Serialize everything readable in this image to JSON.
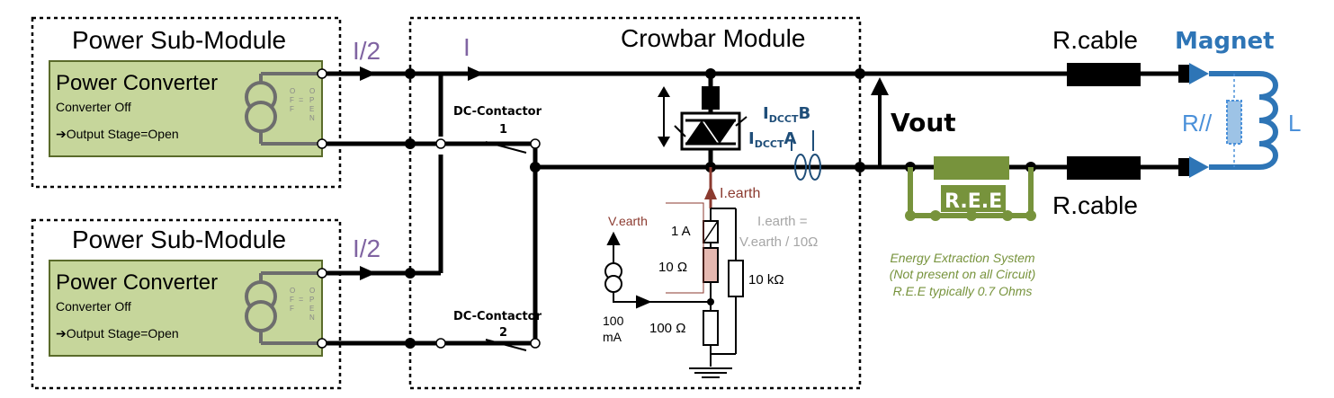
{
  "colors": {
    "wire": "#000000",
    "converter_fill": "#c6d69b",
    "converter_stroke": "#5a6b2a",
    "purple": "#8064a2",
    "blue": "#1f4e79",
    "magnet_blue": "#2e75b6",
    "magnet_light": "#4a90d9",
    "earth_red": "#8b3a2f",
    "resistor_pink": "#e6b8b0",
    "ree_green": "#77933c",
    "ree_text": "#77933c",
    "grey": "#a6a6a6"
  },
  "submodule_top": {
    "title": "Power Sub-Module",
    "converter_title": "Power Converter",
    "converter_status": "Converter Off",
    "output_stage": "➔Output Stage=Open",
    "state_left": "O\nF\nF",
    "state_eq": "=",
    "state_right": "O\nP\nE\nN"
  },
  "submodule_bottom": {
    "title": "Power Sub-Module",
    "converter_title": "Power Converter",
    "converter_status": "Converter Off",
    "output_stage": "➔Output Stage=Open",
    "state_left": "O\nF\nF",
    "state_eq": "=",
    "state_right": "O\nP\nE\nN"
  },
  "labels": {
    "i_half_top": "I/2",
    "i_half_bottom": "I/2",
    "i_main": "I",
    "crowbar": "Crowbar Module",
    "contactor1": "DC-Contactor",
    "contactor1_num": "1",
    "contactor2": "DC-Contactor",
    "contactor2_num": "2",
    "dcct_b": "I",
    "dcct_b_sub": "DCCT",
    "dcct_b_suffix": "B",
    "dcct_a": "I",
    "dcct_a_sub": "DCCT",
    "dcct_a_suffix": "A",
    "vout": "Vout",
    "i_earth": "I.earth",
    "v_earth": "V.earth",
    "i_earth_eq1": "I.earth =",
    "i_earth_eq2": "V.earth / 10Ω",
    "r_1a": "1 A",
    "r_10": "10 Ω",
    "r_10k": "10 kΩ",
    "r_100": "100 Ω",
    "src_100": "100",
    "src_ma": "mA",
    "rcable_top": "R.cable",
    "rcable_bottom": "R.cable",
    "magnet": "Magnet",
    "r_parallel": "R//",
    "inductance": "L",
    "ree": "R.E.E",
    "ees_line1": "Energy Extraction System",
    "ees_line2": "(Not present on all Circuit)",
    "ees_line3": "R.E.E typically 0.7 Ohms"
  }
}
